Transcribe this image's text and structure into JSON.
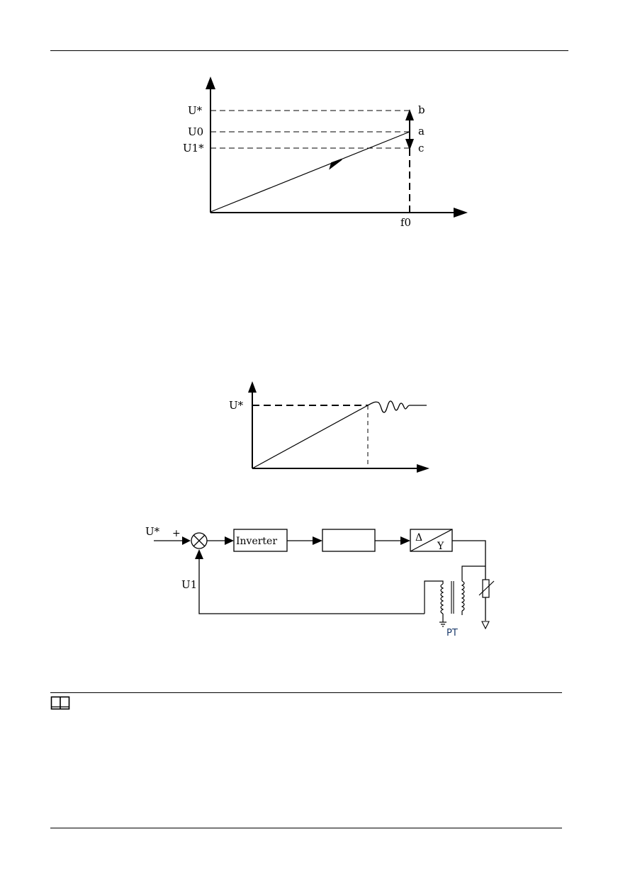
{
  "fig1": {
    "labels": {
      "u_star": "U*",
      "u0": "U0",
      "u1_star": "U1*",
      "b": "b",
      "a": "a",
      "c": "c",
      "f0": "f0"
    }
  },
  "fig2": {
    "labels": {
      "u_star": "U*"
    }
  },
  "fig3": {
    "labels": {
      "u_star": "U*",
      "plus": "+",
      "u1": "U1",
      "inverter": "Inverter",
      "delta": "Δ",
      "wye": "Y",
      "pt": "PT"
    }
  },
  "icons": {
    "note": "book-icon"
  }
}
